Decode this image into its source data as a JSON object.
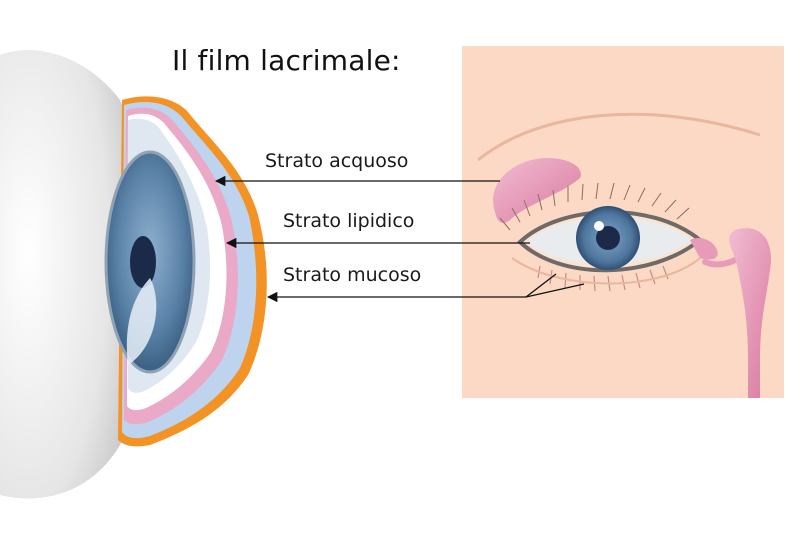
{
  "title": "Il film lacrimale:",
  "labels": {
    "aqueous": "Strato acquoso",
    "lipid": "Strato lipidico",
    "mucous": "Strato mucoso"
  },
  "colors": {
    "lipid_layer": "#f39325",
    "aqueous_layer": "#bdd3ee",
    "mucous_layer": "#e9a9c7",
    "skin": "#fbd9c4",
    "iris": "#5b83a8",
    "pupil": "#1c2a4a",
    "lacrimal_gland": "#e79bb8"
  },
  "icons": [
    "eyeball-cross-section",
    "front-eye-view",
    "lacrimal-gland",
    "tear-duct",
    "arrow-icon"
  ]
}
